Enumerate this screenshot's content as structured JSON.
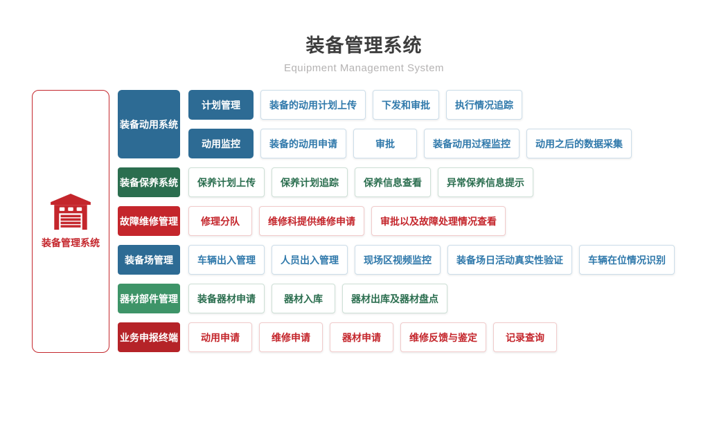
{
  "page": {
    "title": "装备管理系统",
    "subtitle": "Equipment Management System"
  },
  "root": {
    "label": "装备管理系统",
    "icon": "warehouse-icon",
    "accent_color": "#c4262c"
  },
  "themes": {
    "blue": {
      "bg": "#2d6b94",
      "text": "#3079ab",
      "border": "#ccdde9"
    },
    "dark-green": {
      "bg": "#2b6e4f",
      "text": "#2b6e4f",
      "border": "#cde0d6"
    },
    "red": {
      "bg": "#c4262c",
      "text": "#c4262c",
      "border": "#f1caca"
    },
    "green": {
      "bg": "#3e9468",
      "text": "#2b6e4f",
      "border": "#cde0d6"
    },
    "dark-red": {
      "bg": "#b52328",
      "text": "#c4262c",
      "border": "#f1caca"
    }
  },
  "groups": [
    {
      "id": "mobilization-system",
      "label": "装备动用系统",
      "theme": "blue",
      "subgroups": [
        {
          "id": "plan-management",
          "label": "计划管理",
          "items": [
            "装备的动用计划上传",
            "下发和审批",
            "执行情况追踪"
          ]
        },
        {
          "id": "mobilization-monitoring",
          "label": "动用监控",
          "items": [
            "装备的动用申请",
            "审批",
            "装备动用过程监控",
            "动用之后的数据采集"
          ]
        }
      ]
    },
    {
      "id": "maintenance-system",
      "label": "装备保养系统",
      "theme": "dark-green",
      "items": [
        "保养计划上传",
        "保养计划追踪",
        "保养信息查看",
        "异常保养信息提示"
      ]
    },
    {
      "id": "repair-management",
      "label": "故障维修管理",
      "theme": "red",
      "items": [
        "修理分队",
        "维修科提供维修申请",
        "审批以及故障处理情况查看"
      ]
    },
    {
      "id": "depot-management",
      "label": "装备场管理",
      "theme": "blue",
      "items": [
        "车辆出入管理",
        "人员出入管理",
        "现场区视频监控",
        "装备场日活动真实性验证",
        "车辆在位情况识别"
      ]
    },
    {
      "id": "materials-management",
      "label": "器材部件管理",
      "theme": "green",
      "items": [
        "装备器材申请",
        "器材入库",
        "器材出库及器材盘点"
      ]
    },
    {
      "id": "reporting-terminal",
      "label": "业务申报终端",
      "theme": "dark-red",
      "items": [
        "动用申请",
        "维修申请",
        "器材申请",
        "维修反馈与鉴定",
        "记录查询"
      ]
    }
  ]
}
